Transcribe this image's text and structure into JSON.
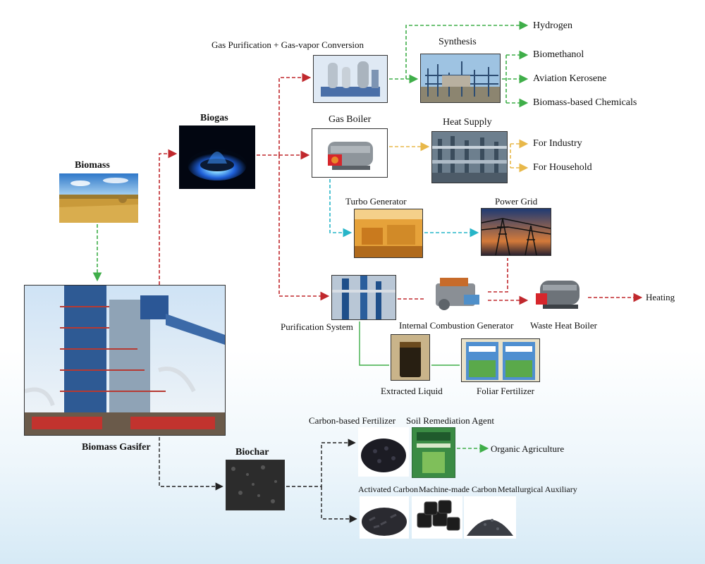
{
  "nodes": {
    "biomass": "Biomass",
    "biomass_gasifier": "Biomass Gasifer",
    "biogas": "Biogas",
    "biochar": "Biochar",
    "gas_purification": "Gas Purification + Gas-vapor Conversion",
    "synthesis": "Synthesis",
    "gas_boiler": "Gas Boiler",
    "heat_supply": "Heat Supply",
    "turbo_generator": "Turbo Generator",
    "power_grid": "Power Grid",
    "purification_system": "Purification System",
    "internal_combustion_generator": "Internal Combustion Generator",
    "waste_heat_boiler": "Waste Heat Boiler",
    "extracted_liquid": "Extracted Liquid",
    "foliar_fertilizer": "Foliar Fertilizer",
    "carbon_based_fertilizer": "Carbon-based Fertilizer",
    "soil_remediation_agent": "Soil Remediation Agent",
    "activated_carbon": "Activated Carbon",
    "machine_made_carbon": "Machine-made Carbon",
    "metallurgical_auxiliary": "Metallurgical Auxiliary"
  },
  "outputs": {
    "hydrogen": "Hydrogen",
    "biomethanol": "Biomethanol",
    "aviation_kerosene": "Aviation Kerosene",
    "biomass_based_chemicals": "Biomass-based Chemicals",
    "for_industry": "For Industry",
    "for_household": "For Household",
    "heating": "Heating",
    "organic_agriculture": "Organic Agriculture"
  },
  "colors": {
    "gas_flow": "#c0282d",
    "product_flow": "#3fae49",
    "heat_flow": "#e8b84a",
    "power_flow": "#27b5c8",
    "char_flow": "#222222"
  }
}
